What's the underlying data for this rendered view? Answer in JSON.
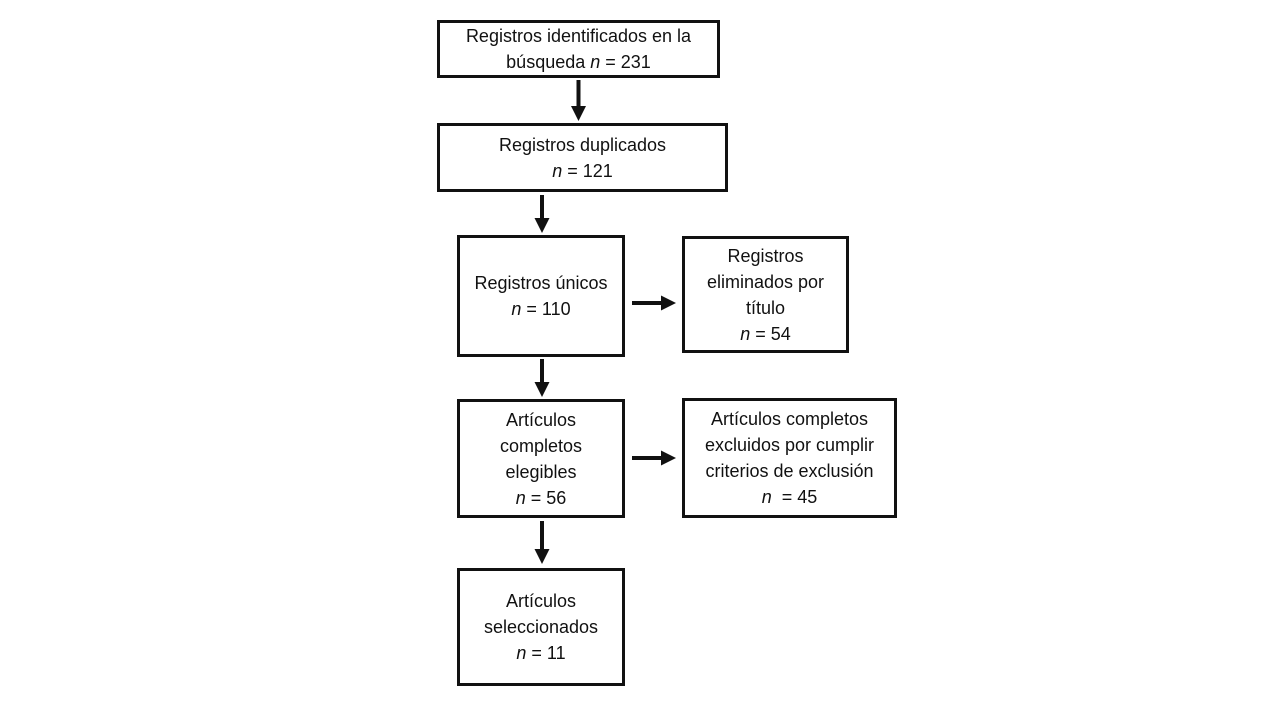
{
  "diagram": {
    "type": "flowchart",
    "language": "es",
    "background_color": "#ffffff",
    "box_border_color": "#111111",
    "arrow_color": "#111111",
    "boxes": {
      "identified": {
        "lines": [
          "Registros identificados en la"
        ],
        "n_prefix": "búsqueda ",
        "n_symbol": "n",
        "n_value": " = 231",
        "n": 231
      },
      "duplicates": {
        "lines": [
          "Registros duplicados"
        ],
        "n_prefix": "",
        "n_symbol": "n",
        "n_value": " = 121",
        "n": 121
      },
      "unique": {
        "lines": [
          "Registros únicos"
        ],
        "n_prefix": "",
        "n_symbol": "n",
        "n_value": " = 110",
        "n": 110
      },
      "removed_by_title": {
        "lines": [
          "Registros",
          "eliminados por",
          "título"
        ],
        "n_prefix": "",
        "n_symbol": "n",
        "n_value": " = 54",
        "n": 54
      },
      "eligible": {
        "lines": [
          "Artículos",
          "completos",
          "elegibles"
        ],
        "n_prefix": "",
        "n_symbol": "n",
        "n_value": " = 56",
        "n": 56
      },
      "excluded": {
        "lines": [
          "Artículos completos",
          "excluidos por cumplir",
          "criterios de exclusión"
        ],
        "n_prefix": "",
        "n_symbol": "n",
        "n_value": "  = 45",
        "n": 45
      },
      "selected": {
        "lines": [
          "Artículos",
          "seleccionados"
        ],
        "n_prefix": "",
        "n_symbol": "n",
        "n_value": " = 11",
        "n": 11
      }
    },
    "connections": [
      {
        "from": "identified",
        "to": "duplicates",
        "direction": "down"
      },
      {
        "from": "duplicates",
        "to": "unique",
        "direction": "down"
      },
      {
        "from": "unique",
        "to": "removed_by_title",
        "direction": "right"
      },
      {
        "from": "unique",
        "to": "eligible",
        "direction": "down"
      },
      {
        "from": "eligible",
        "to": "excluded",
        "direction": "right"
      },
      {
        "from": "eligible",
        "to": "selected",
        "direction": "down"
      }
    ]
  }
}
